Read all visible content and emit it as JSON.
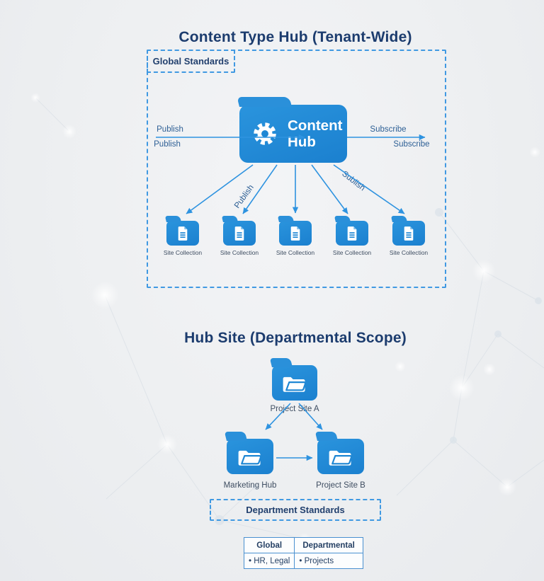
{
  "section1": {
    "title": "Content Type Hub (Tenant-Wide)",
    "global_standards": "Global Standards",
    "hub_label": {
      "line1": "Content",
      "line2": "Hub"
    },
    "edge_labels": {
      "publish_top": "Publish",
      "publish_bottom": "Publish",
      "subscribe_top": "Subscribe",
      "subscribe_bottom": "Subscribe",
      "diagonal_publish": "Publish",
      "diagonal_sublish": "Sublish"
    },
    "site_collections": [
      "Site Collection",
      "Site Collection",
      "Site Collection",
      "Site Collection",
      "Site Collection"
    ]
  },
  "section2": {
    "title": "Hub Site (Departmental Scope)",
    "hub_a_label": "Project Site A",
    "marketing_label": "Marketing Hub",
    "site_b_label": "Project Site B",
    "department_standards": "Department Standards",
    "table": {
      "headers": [
        "Global",
        "Departmental"
      ],
      "cells": [
        "• HR, Legal",
        "• Projects"
      ]
    }
  },
  "colors": {
    "folder_blue": "#1f87d4",
    "arrow_blue": "#2e93e0",
    "dashed_border": "#4099e2",
    "title_navy": "#1c3c6e",
    "label_slate": "#3e4d61"
  }
}
